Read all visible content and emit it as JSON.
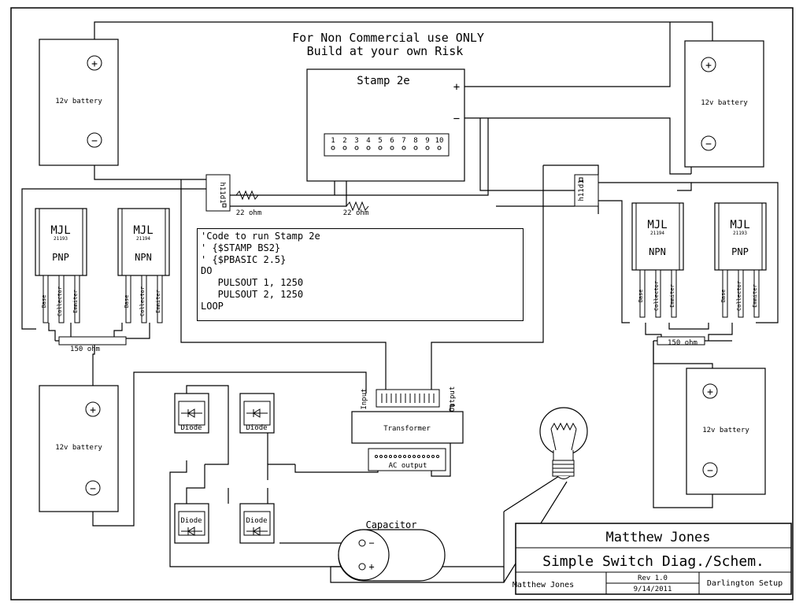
{
  "header": {
    "line1": "For Non Commercial use ONLY",
    "line2": "Build at your own Risk"
  },
  "stamp": {
    "label": "Stamp 2e",
    "plus": "+",
    "minus": "−",
    "pins": [
      "1",
      "2",
      "3",
      "4",
      "5",
      "6",
      "7",
      "8",
      "9",
      "10"
    ]
  },
  "batteries": {
    "label": "12v battery",
    "plus": "+",
    "minus": "−"
  },
  "optos": {
    "left": "h11d1",
    "right": "h11d1"
  },
  "resistors": {
    "r1": "22 ohm",
    "r2": "22 ohm",
    "r3": "150 ohm",
    "r4": "150 ohm"
  },
  "transistors": [
    {
      "brand": "MJL",
      "model": "21193",
      "type": "PNP"
    },
    {
      "brand": "MJL",
      "model": "21194",
      "type": "NPN"
    },
    {
      "brand": "MJL",
      "model": "21194",
      "type": "NPN"
    },
    {
      "brand": "MJL",
      "model": "21193",
      "type": "PNP"
    }
  ],
  "leg_labels": {
    "base": "Base",
    "collector": "Collector",
    "emitter": "Emmiter"
  },
  "code": {
    "lines": [
      "'Code to run Stamp 2e",
      "' {$STAMP BS2}",
      "' {$PBASIC 2.5}",
      "DO",
      "   PULSOUT 1, 1250",
      "   PULSOUT 2, 1250",
      "LOOP"
    ]
  },
  "transformer": {
    "label": "Transformer",
    "input": "Input",
    "output": "Output",
    "ac_output": "AC output"
  },
  "diode_label": "Diode",
  "capacitor": {
    "label": "Capacitor",
    "minus": "−",
    "plus": "+"
  },
  "title_block": {
    "author": "Matthew Jones",
    "title": "Simple Switch Diag./Schem.",
    "drawn_by": "Matthew Jones",
    "rev": "Rev 1.0",
    "date": "9/14/2011",
    "project": "Darlington Setup"
  }
}
